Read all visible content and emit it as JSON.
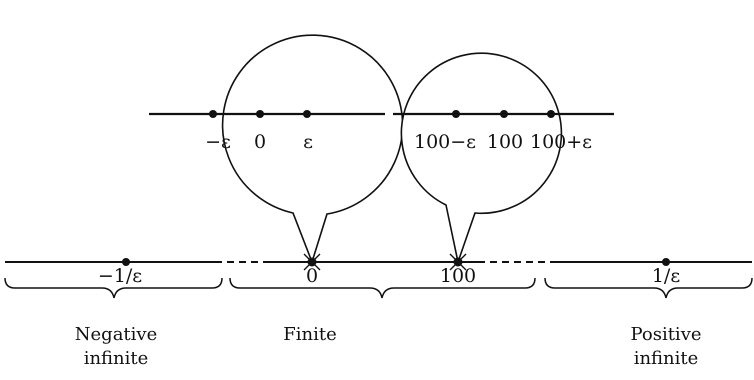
{
  "diagram": {
    "colors": {
      "ink": "#111111",
      "background": "#ffffff"
    },
    "number_line": {
      "points": [
        {
          "id": "neg-inverse-epsilon",
          "label": "−1/ε"
        },
        {
          "id": "zero",
          "label": "0"
        },
        {
          "id": "hundred",
          "label": "100"
        },
        {
          "id": "inverse-epsilon",
          "label": "1/ε"
        }
      ]
    },
    "regions": [
      {
        "id": "negative-infinite",
        "line1": "Negative",
        "line2": "infinite"
      },
      {
        "id": "finite",
        "line1": "Finite",
        "line2": ""
      },
      {
        "id": "positive-infinite",
        "line1": "Positive",
        "line2": "infinite"
      }
    ],
    "magnifiers": [
      {
        "id": "zero-magnifier",
        "points": [
          {
            "id": "minus-epsilon",
            "label": "−ε"
          },
          {
            "id": "center-zero",
            "label": "0"
          },
          {
            "id": "plus-epsilon",
            "label": "ε"
          }
        ]
      },
      {
        "id": "hundred-magnifier",
        "points": [
          {
            "id": "hundred-minus-epsilon",
            "label": "100−ε"
          },
          {
            "id": "center-hundred",
            "label": "100"
          },
          {
            "id": "hundred-plus-epsilon",
            "label": "100+ε"
          }
        ]
      }
    ]
  }
}
